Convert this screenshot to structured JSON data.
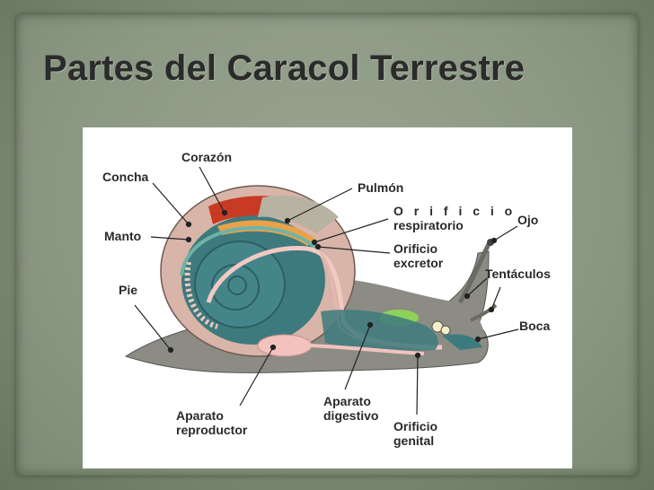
{
  "slide": {
    "title": "Partes del Caracol Terrestre"
  },
  "diagram": {
    "labels": {
      "corazon": "Corazón",
      "concha": "Concha",
      "pulmon": "Pulmón",
      "orificio_resp_line1": "O r i f i c i o",
      "orificio_resp_line2": "respiratorio",
      "ojo": "Ojo",
      "manto": "Manto",
      "orificio_exc_line1": "Orificio",
      "orificio_exc_line2": "excretor",
      "tentaculos": "Tentáculos",
      "pie": "Pie",
      "boca": "Boca",
      "aparato_rep_line1": "Aparato",
      "aparato_rep_line2": "reproductor",
      "aparato_dig_line1": "Aparato",
      "aparato_dig_line2": "digestivo",
      "orificio_gen_line1": "Orificio",
      "orificio_gen_line2": "genital"
    },
    "colors": {
      "body": "#8c8c84",
      "shell_outer": "#d8b5a8",
      "spiral": "#3d7a7d",
      "gland": "#4a9a8f",
      "heart": "#c83a24",
      "lung": "#b7b2a2",
      "kidney": "#e9a24a",
      "stomach": "#8ed05a",
      "tract": "#f2c9c2"
    }
  }
}
